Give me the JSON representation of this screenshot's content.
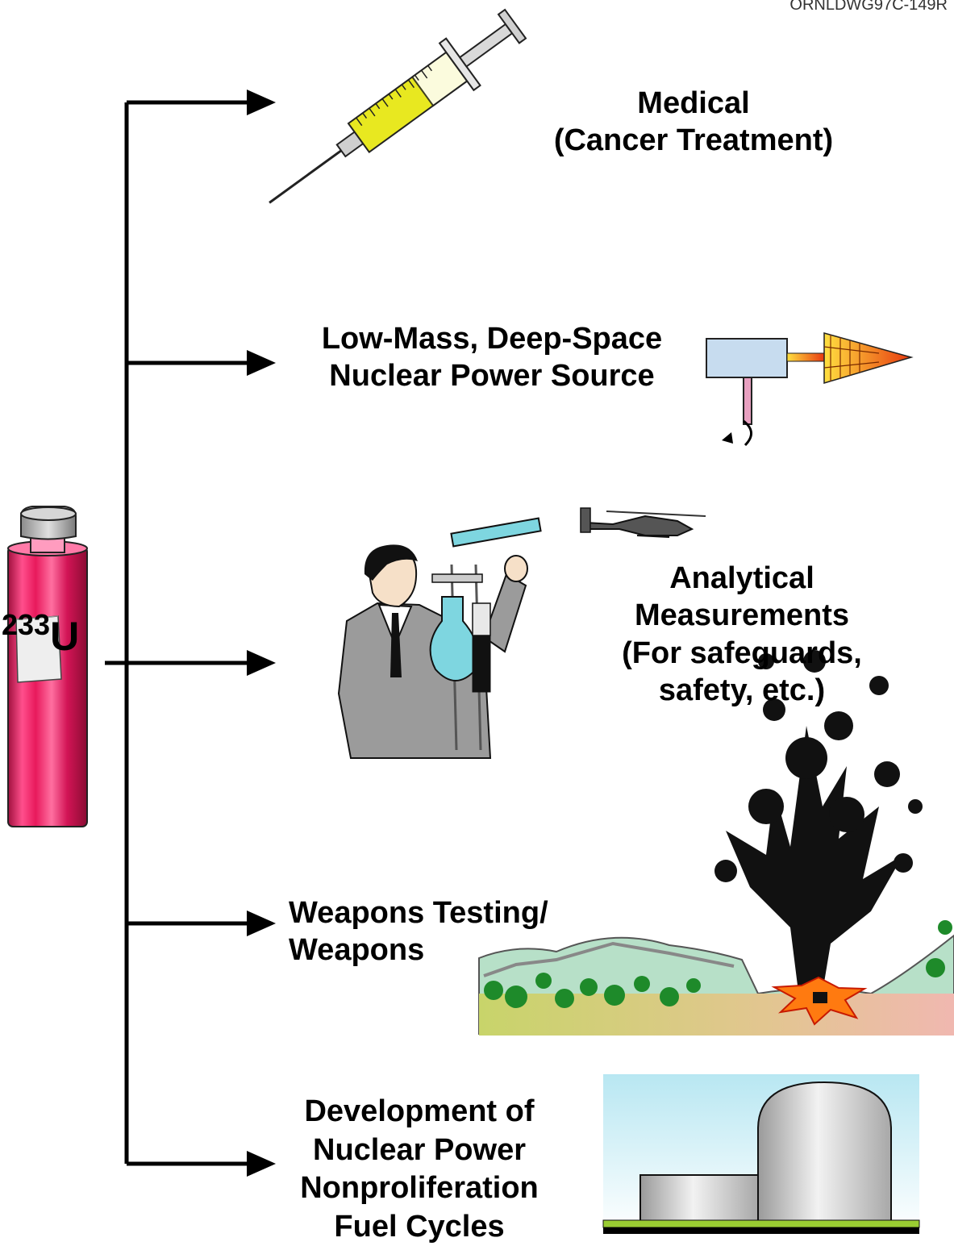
{
  "drawing_number": "ORNLDWG97C-149R",
  "isotope": {
    "mass_number": "233",
    "symbol": "U"
  },
  "applications": [
    {
      "lines": [
        "Medical",
        "(Cancer Treatment)"
      ],
      "icon": "syringe-icon"
    },
    {
      "lines": [
        "Low-Mass, Deep-Space",
        "Nuclear Power Source"
      ],
      "icon": "space-power-source-icon"
    },
    {
      "lines": [
        "Analytical",
        "Measurements",
        "(For safeguards,",
        "safety, etc.)"
      ],
      "icon": "scientist-icon"
    },
    {
      "lines": [
        "Weapons Testing/",
        "Weapons"
      ],
      "icon": "explosion-scene-icon"
    },
    {
      "lines": [
        "Development of",
        "Nuclear Power",
        "Nonproliferation",
        "Fuel Cycles"
      ],
      "icon": "reactor-building-icon"
    }
  ],
  "colors": {
    "vial_body": "#e8195c",
    "line": "#000000"
  }
}
